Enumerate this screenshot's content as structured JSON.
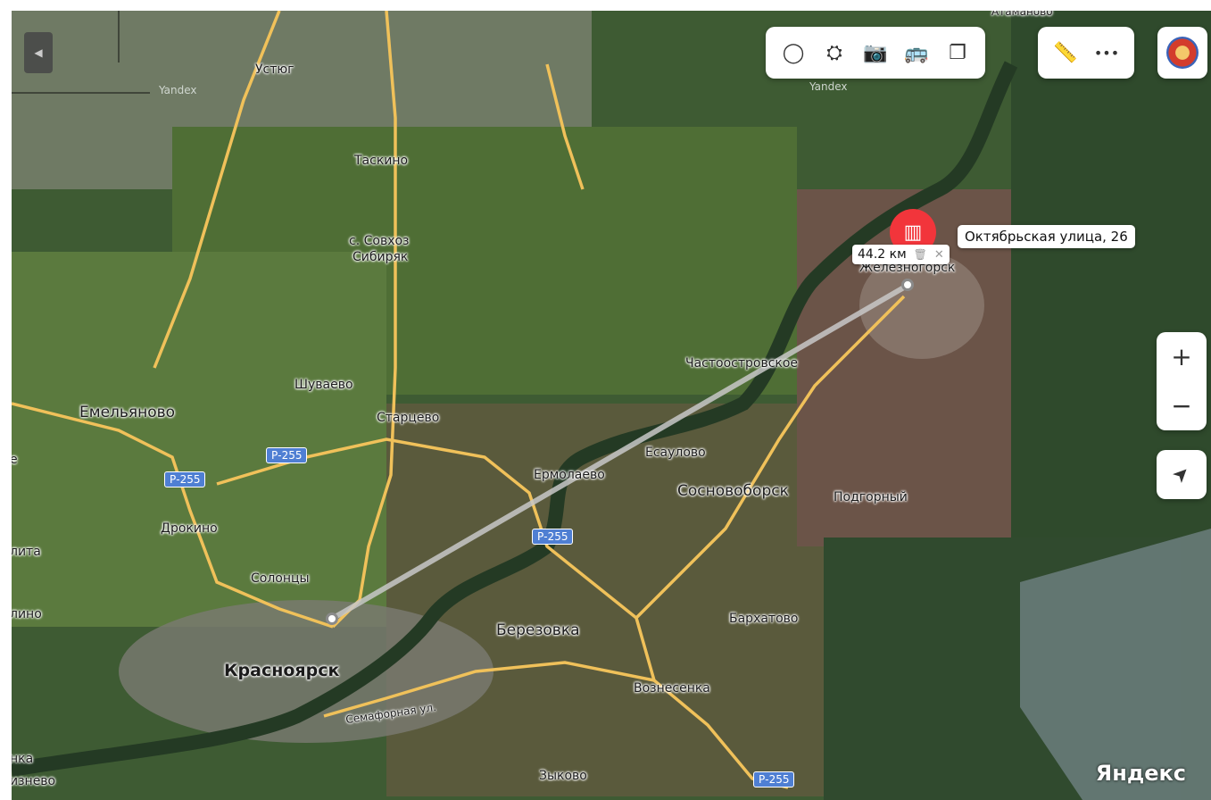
{
  "map": {
    "brand": "Яндекс",
    "watermarks": [
      "Yandex",
      "Yandex"
    ],
    "places": [
      {
        "name": "Атаманово",
        "size": "small"
      },
      {
        "name": "Устюг",
        "size": "normal"
      },
      {
        "name": "Таскино",
        "size": "normal"
      },
      {
        "name": "с. Совхоз",
        "size": "normal"
      },
      {
        "name": "Сибиряк",
        "size": "normal"
      },
      {
        "name": "Железногорск",
        "size": "normal"
      },
      {
        "name": "Частоостровское",
        "size": "normal"
      },
      {
        "name": "Шуваево",
        "size": "normal"
      },
      {
        "name": "Емельяново",
        "size": "mid"
      },
      {
        "name": "Старцево",
        "size": "normal"
      },
      {
        "name": "Есаулово",
        "size": "normal"
      },
      {
        "name": "Ермолаево",
        "size": "normal"
      },
      {
        "name": "Сосновоборск",
        "size": "mid"
      },
      {
        "name": "Подгорный",
        "size": "normal"
      },
      {
        "name": "Дрокино",
        "size": "normal"
      },
      {
        "name": "Солонцы",
        "size": "normal"
      },
      {
        "name": "Березовка",
        "size": "mid"
      },
      {
        "name": "Бархатово",
        "size": "normal"
      },
      {
        "name": "Красноярск",
        "size": "big"
      },
      {
        "name": "Вознесенка",
        "size": "normal"
      },
      {
        "name": "Семафорная ул.",
        "size": "small"
      },
      {
        "name": "Зыково",
        "size": "normal"
      },
      {
        "name": "лита",
        "size": "normal"
      },
      {
        "name": "лино",
        "size": "normal"
      },
      {
        "name": "нка",
        "size": "normal"
      },
      {
        "name": "изнево",
        "size": "normal"
      },
      {
        "name": "е",
        "size": "normal"
      }
    ],
    "road_shields": [
      "Р-255",
      "Р-255",
      "Р-255",
      "Р-255"
    ],
    "measure": {
      "distance": "44.2 км"
    },
    "address_callout": "Октябрьская улица, 26",
    "colors": {
      "road": "#f0c15a",
      "pin": "#f2353b",
      "shield": "#4f7fd3",
      "route": "#c8c8c8"
    }
  },
  "toolbar": {
    "buttons": [
      {
        "name": "layers-icon",
        "glyph": "◯"
      },
      {
        "name": "panorama-icon",
        "glyph": "⛭"
      },
      {
        "name": "photo-icon",
        "glyph": "📷"
      },
      {
        "name": "transit-icon",
        "glyph": "🚌"
      },
      {
        "name": "map-layers-icon",
        "glyph": "❐"
      }
    ],
    "tools": [
      {
        "name": "ruler-icon",
        "glyph": "📏"
      },
      {
        "name": "more-icon",
        "glyph": "•••"
      }
    ]
  },
  "controls": {
    "zoom_in": "+",
    "zoom_out": "−",
    "locate": "➤"
  }
}
